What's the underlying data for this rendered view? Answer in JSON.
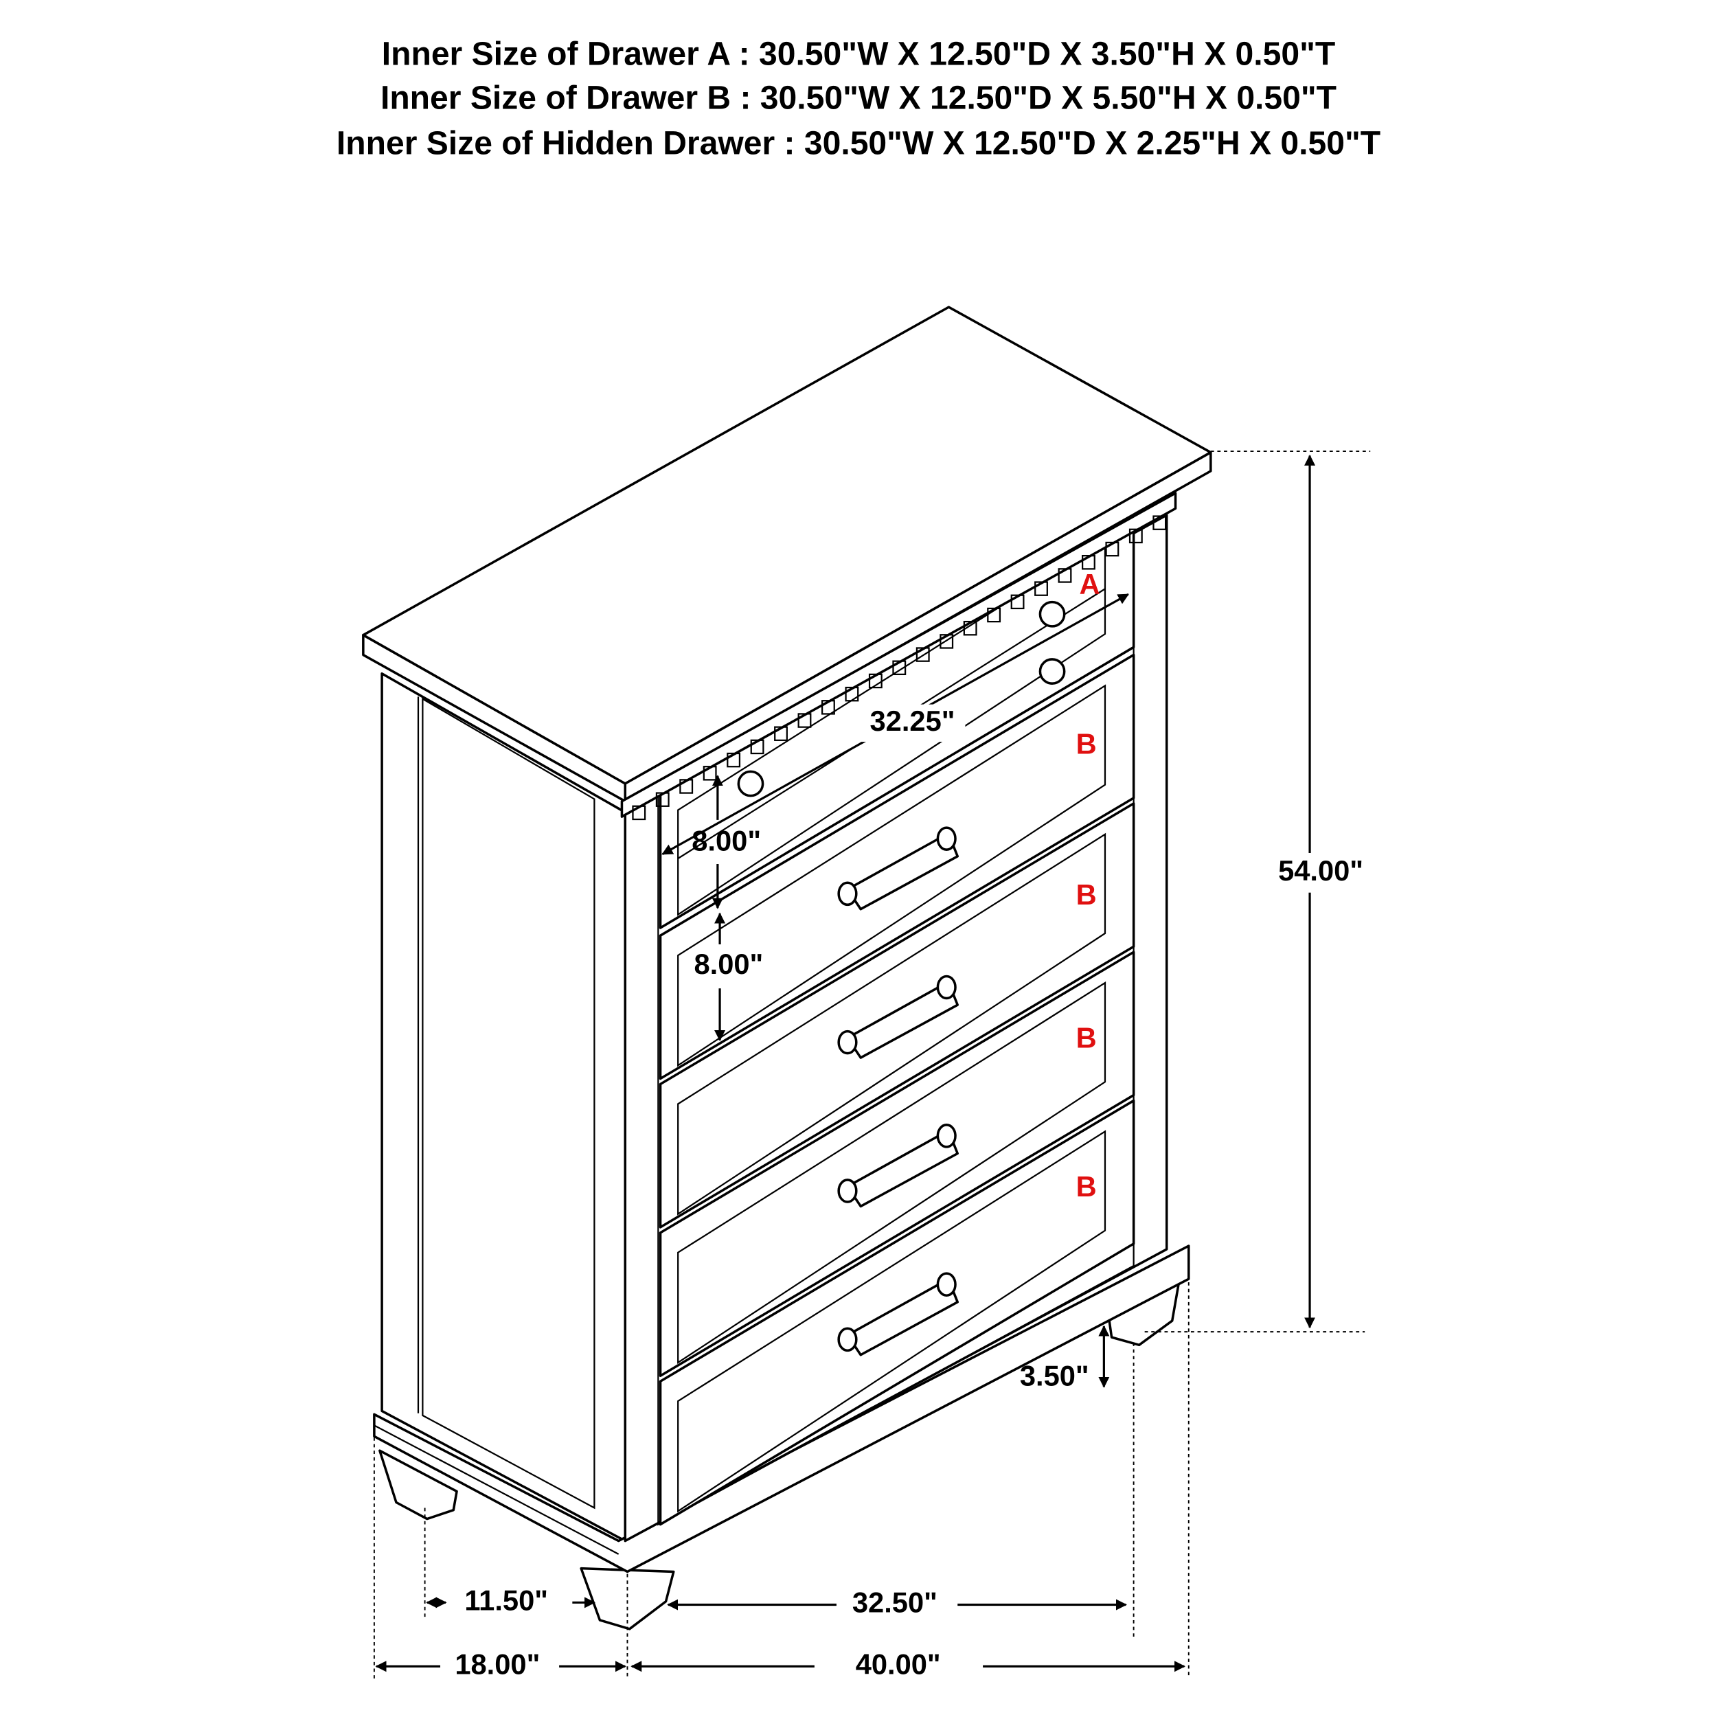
{
  "specs": [
    "Inner Size of Drawer A : 30.50\"W X 12.50\"D X 3.50\"H X 0.50\"T",
    "Inner Size of Drawer B : 30.50\"W X 12.50\"D X 5.50\"H X 0.50\"T",
    "Inner Size of Hidden Drawer : 30.50\"W X 12.50\"D X 2.25\"H X 0.50\"T"
  ],
  "dimensions": {
    "height": "54.00\"",
    "inner_width": "32.25\"",
    "drawer_height_1": "8.00\"",
    "drawer_height_2": "8.00\"",
    "leg_height": "3.50\"",
    "front_inner_width": "32.50\"",
    "overall_width": "40.00\"",
    "side_inner_depth": "11.50\"",
    "overall_depth": "18.00\""
  },
  "drawer_labels": [
    "A",
    "B",
    "B",
    "B",
    "B"
  ],
  "colors": {
    "label_red": "#e01010",
    "line": "#000000"
  }
}
